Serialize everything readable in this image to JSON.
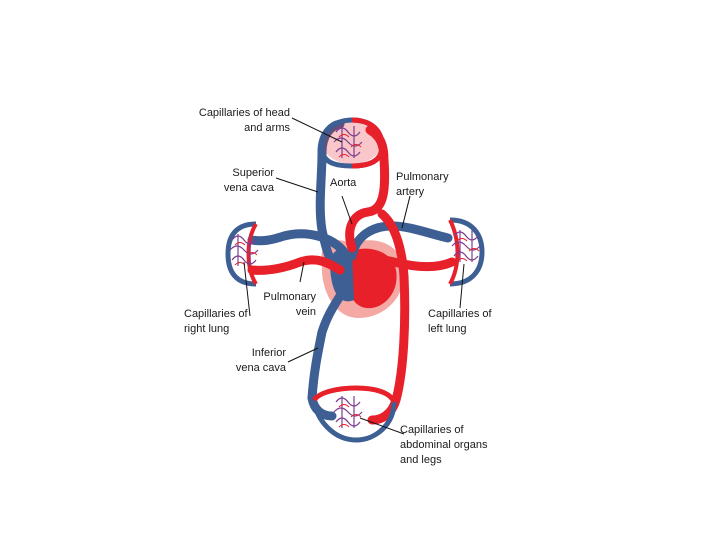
{
  "diagram": {
    "labels": {
      "head_arms": "Capillaries of head\nand arms",
      "superior_vena_cava": "Superior\nvena cava",
      "aorta": "Aorta",
      "pulmonary_artery": "Pulmonary\nartery",
      "pulmonary_vein": "Pulmonary\nvein",
      "right_lung": "Capillaries of\nright lung",
      "left_lung": "Capillaries of\nleft lung",
      "inferior_vena_cava": "Inferior\nvena cava",
      "abdominal_legs": "Capillaries of\nabdominal organs\nand legs"
    },
    "colors": {
      "oxygenated": "#e8202a",
      "deoxygenated": "#3d5f93",
      "capillary_mix": "#8e4f9e",
      "heart_outline": "#f4a9a4"
    }
  }
}
